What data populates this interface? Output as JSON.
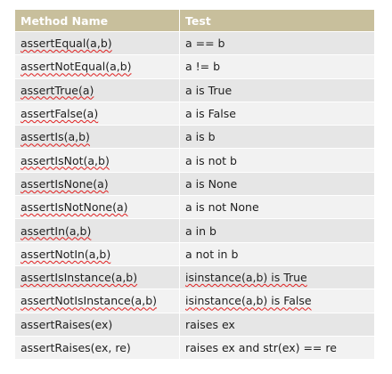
{
  "table": {
    "headers": [
      "Method Name",
      "Test"
    ],
    "rows": [
      [
        "assertEqual(a,b)",
        "a == b"
      ],
      [
        "assertNotEqual(a,b)",
        "a != b"
      ],
      [
        "assertTrue(a)",
        "a is True"
      ],
      [
        "assertFalse(a)",
        "a is False"
      ],
      [
        "assertIs(a,b)",
        "a is b"
      ],
      [
        "assertIsNot(a,b)",
        "a is not b"
      ],
      [
        "assertIsNone(a)",
        "a is None"
      ],
      [
        "assertIsNotNone(a)",
        "a is not None"
      ],
      [
        "assertIn(a,b)",
        "a in b"
      ],
      [
        "assertNotIn(a,b)",
        "a not in b"
      ],
      [
        "assertIsInstance(a,b)",
        "isinstance(a,b) is True"
      ],
      [
        "assertNotIsInstance(a,b)",
        "isinstance(a,b) is False"
      ],
      [
        "assertRaises(ex)",
        "raises ex"
      ],
      [
        "assertRaises(ex, re)",
        "raises ex and str(ex) == re"
      ]
    ]
  },
  "colors": {
    "header_bg": "#c8bf9c",
    "row_odd": "#e6e6e6",
    "row_even": "#f2f2f2",
    "spellcheck_underline": "#e02020"
  }
}
